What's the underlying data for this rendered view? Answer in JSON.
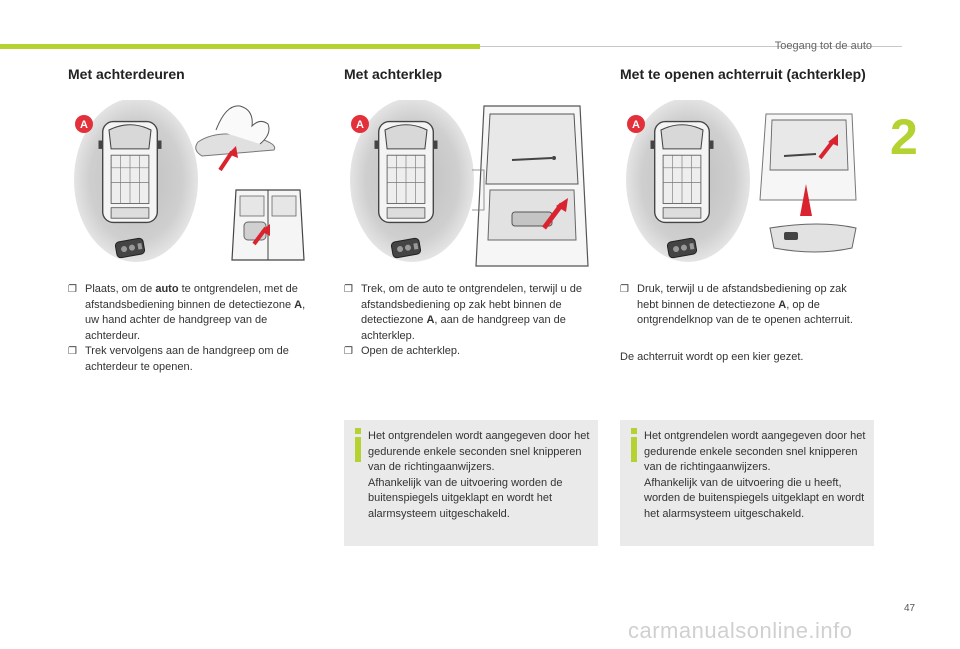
{
  "header": {
    "title": "Toegang tot de auto",
    "chapter_number": "2"
  },
  "columns": [
    {
      "title": "Met achterdeuren",
      "marker_label": "A",
      "bullets": [
        {
          "mark": "❐",
          "pre": "Plaats, om de ",
          "bold": "auto",
          "post": " te ontgrendelen, met de afstandsbediening binnen de detectiezone ",
          "bold2": "A",
          "post2": ", uw hand achter de handgreep van de achterdeur."
        },
        {
          "mark": "❐",
          "pre": "Trek vervolgens aan de handgreep om de achterdeur te openen."
        }
      ]
    },
    {
      "title": "Met achterklep",
      "marker_label": "A",
      "bullets": [
        {
          "mark": "❐",
          "pre": "Trek, om de auto te ontgrendelen, terwijl u de afstandsbediening op zak hebt binnen de detectiezone ",
          "bold": "A",
          "post": ", aan de handgreep van de achterklep."
        },
        {
          "mark": "❐",
          "pre": "Open de achterklep."
        }
      ],
      "info": "Het ontgrendelen wordt aangegeven door het gedurende enkele seconden snel knipperen van de richtingaanwijzers.\nAfhankelijk van de uitvoering worden de buitenspiegels uitgeklapt en wordt het alarmsysteem uitgeschakeld."
    },
    {
      "title": "Met te openen achterruit (achterklep)",
      "marker_label": "A",
      "bullets": [
        {
          "mark": "❐",
          "pre": "Druk, terwijl u de afstandsbediening op zak hebt binnen de detectiezone ",
          "bold": "A",
          "post": ", op de ontgrendelknop van de te openen achterruit."
        }
      ],
      "paragraph": "De achterruit wordt op een kier gezet.",
      "info": "Het ontgrendelen wordt aangegeven door het gedurende enkele seconden snel knipperen van de richtingaanwijzers.\nAfhankelijk van de uitvoering die u heeft, worden de buitenspiegels uitgeklapt en wordt het alarmsysteem uitgeschakeld."
    }
  ],
  "footer": {
    "page_number": "47",
    "watermark": "carmanualsonline.info"
  },
  "colors": {
    "accent_green": "#b5d233",
    "marker_red": "#e2313a",
    "arrow_red": "#d9232e",
    "info_box": "#eaeaea"
  },
  "icons": [
    "checkbox-bullet-icon",
    "info-icon"
  ]
}
